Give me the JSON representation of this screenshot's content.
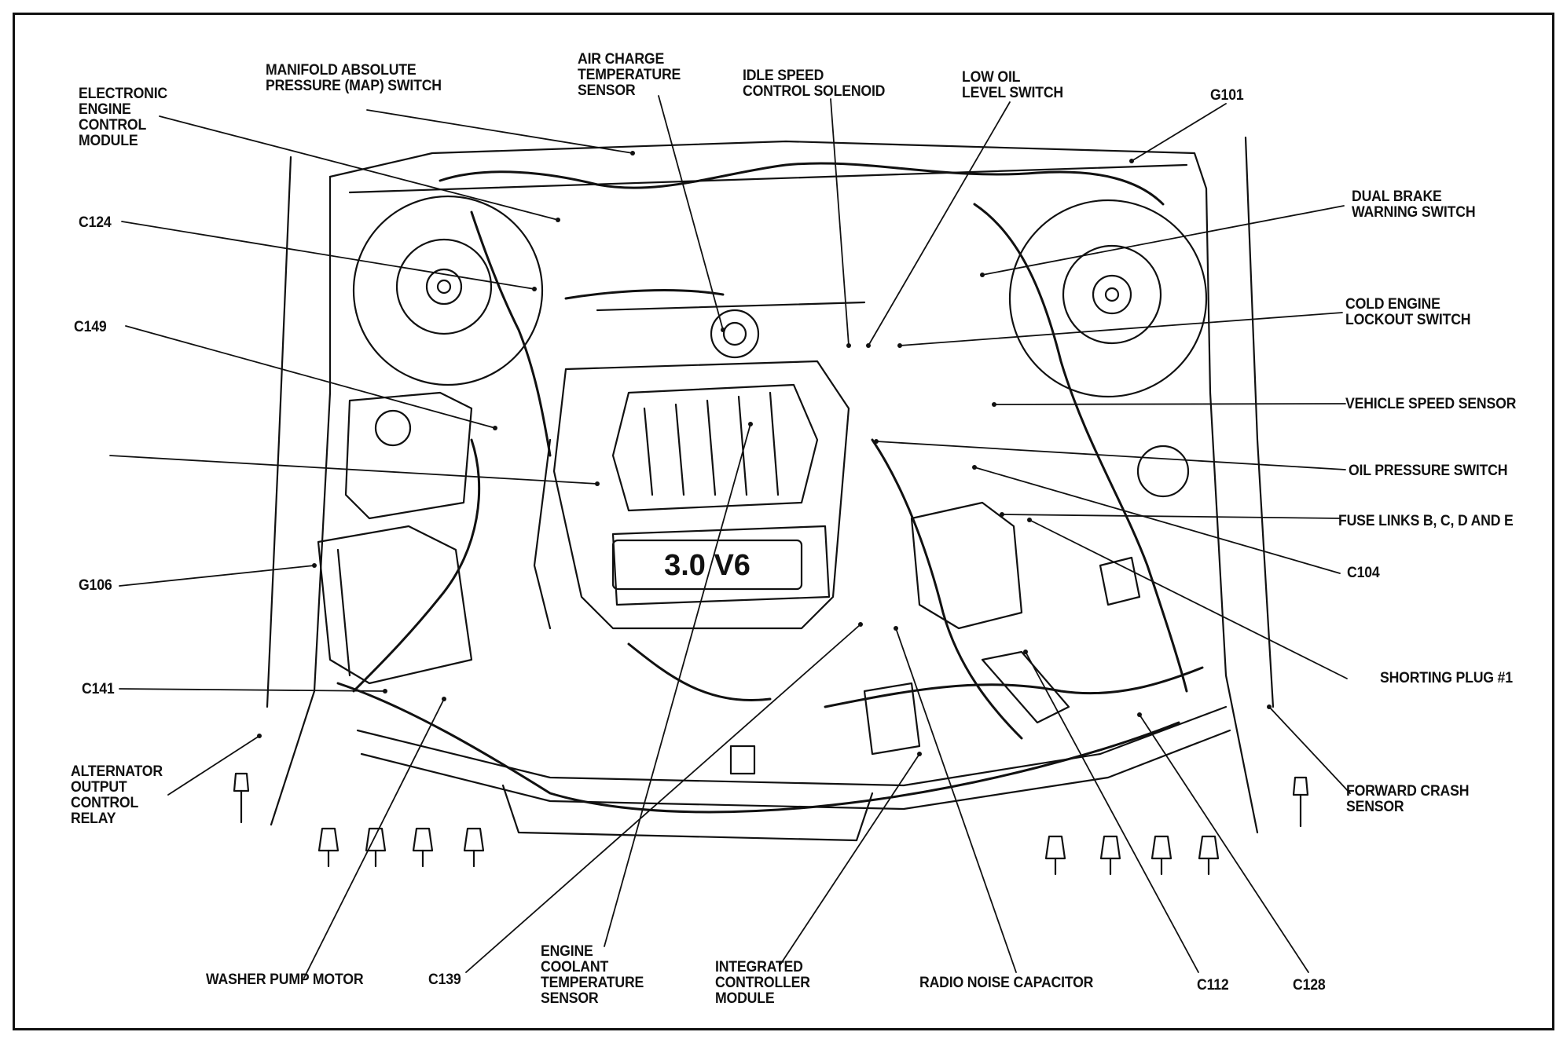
{
  "diagram": {
    "engine_badge": "3.0 V6",
    "callouts": {
      "electronic_engine_control_module": "ELECTRONIC\nENGINE\nCONTROL\nMODULE",
      "map_switch": "MANIFOLD ABSOLUTE\nPRESSURE (MAP) SWITCH",
      "air_charge_temperature_sensor": "AIR CHARGE\nTEMPERATURE\nSENSOR",
      "idle_speed_control_solenoid": "IDLE SPEED\nCONTROL SOLENOID",
      "low_oil_level_switch": "LOW OIL\nLEVEL SWITCH",
      "g101": "G101",
      "dual_brake_warning_switch": "DUAL BRAKE\nWARNING SWITCH",
      "cold_engine_lockout_switch": "COLD ENGINE\nLOCKOUT SWITCH",
      "vehicle_speed_sensor": "VEHICLE SPEED SENSOR",
      "oil_pressure_switch": "OIL PRESSURE SWITCH",
      "fuse_links": "FUSE LINKS B, C, D AND E",
      "c104": "C104",
      "shorting_plug": "SHORTING PLUG #1",
      "forward_crash_sensor": "FORWARD CRASH\nSENSOR",
      "c124": "C124",
      "c149": "C149",
      "g106": "G106",
      "c141": "C141",
      "alternator_output_control_relay": "ALTERNATOR\nOUTPUT\nCONTROL\nRELAY",
      "washer_pump_motor": "WASHER PUMP MOTOR",
      "c139": "C139",
      "engine_coolant_temperature_sensor": "ENGINE\nCOOLANT\nTEMPERATURE\nSENSOR",
      "integrated_controller_module": "INTEGRATED\nCONTROLLER\nMODULE",
      "radio_noise_capacitor": "RADIO NOISE CAPACITOR",
      "c112": "C112",
      "c128": "C128"
    }
  }
}
